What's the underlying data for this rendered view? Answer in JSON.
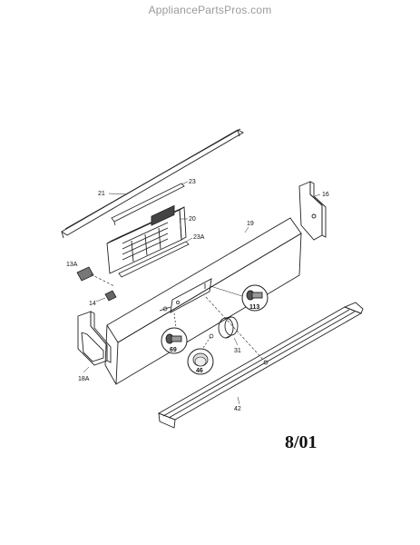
{
  "watermark": "AppliancePartsPros.com",
  "revision_date": "8/01",
  "parts": [
    {
      "id": "21",
      "name": "part-21-label"
    },
    {
      "id": "23",
      "name": "part-23-label"
    },
    {
      "id": "20",
      "name": "part-20-label"
    },
    {
      "id": "23A",
      "name": "part-23a-label"
    },
    {
      "id": "19",
      "name": "part-19-label"
    },
    {
      "id": "16",
      "name": "part-16-label"
    },
    {
      "id": "13A",
      "name": "part-13a-label"
    },
    {
      "id": "14",
      "name": "part-14-label"
    },
    {
      "id": "18A",
      "name": "part-18a-label"
    },
    {
      "id": "42",
      "name": "part-42-label"
    },
    {
      "id": "31",
      "name": "part-31-label"
    }
  ],
  "callouts": [
    {
      "id": "113",
      "name": "callout-113-label"
    },
    {
      "id": "69",
      "name": "callout-69-label"
    },
    {
      "id": "46",
      "name": "callout-46-label"
    }
  ]
}
